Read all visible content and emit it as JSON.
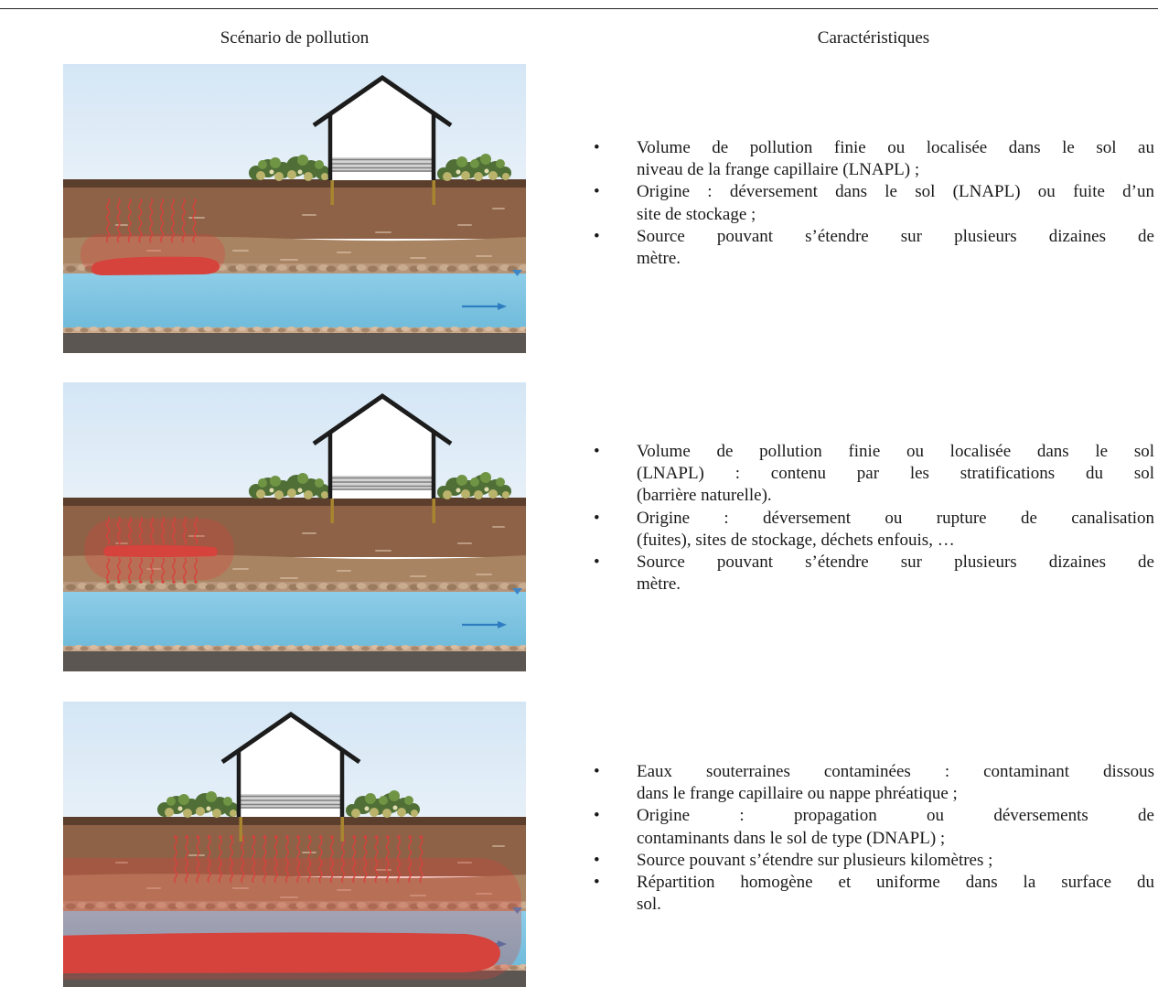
{
  "colors": {
    "text": "#1a1a1a",
    "pollutant": "#d6433d"
  },
  "table": {
    "headers": {
      "scenario": "Scénario de pollution",
      "characteristics": "Caractéristiques"
    },
    "bullet_marker": "•",
    "rows": [
      {
        "bullets": [
          [
            "Volume de pollution finie ou localisée dans le sol au",
            "niveau de la frange capillaire (LNAPL) ;"
          ],
          [
            "Origine : déversement dans le sol (LNAPL) ou fuite d’un",
            "site de stockage ;"
          ],
          [
            "Source pouvant s’étendre sur plusieurs dizaines de",
            "mètre."
          ]
        ]
      },
      {
        "bullets": [
          [
            "Volume de pollution finie ou localisée dans le sol",
            "(LNAPL) : contenu par les stratifications du sol",
            "(barrière naturelle)."
          ],
          [
            "Origine : déversement ou rupture de canalisation",
            "(fuites), sites de stockage, déchets enfouis, …"
          ],
          [
            "Source pouvant s’étendre sur plusieurs dizaines de",
            "mètre."
          ]
        ]
      },
      {
        "bullets": [
          [
            "Eaux souterraines contaminées : contaminant dissous",
            "dans le frange capillaire ou nappe phréatique ;"
          ],
          [
            "Origine : propagation ou déversements de",
            "contaminants dans le sol de type (DNAPL) ;"
          ],
          [
            "Source pouvant s’étendre sur plusieurs kilomètres ;"
          ],
          [
            "Répartition homogène et uniforme dans la surface du",
            "sol."
          ]
        ]
      }
    ]
  }
}
